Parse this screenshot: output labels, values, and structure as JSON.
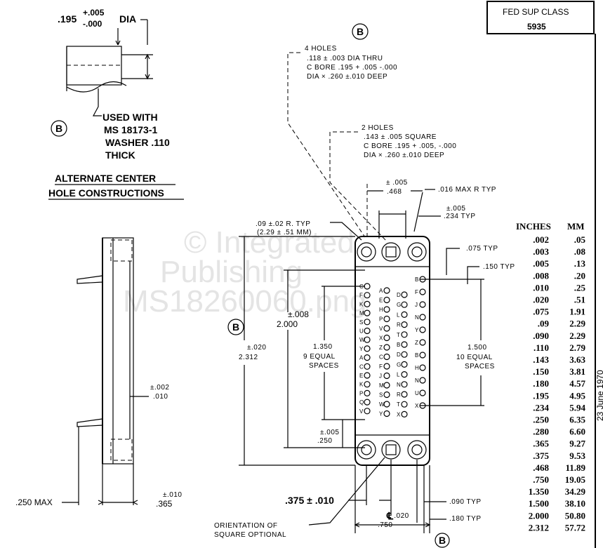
{
  "title_block": {
    "line1": "FED SUP CLASS",
    "line2": "5935"
  },
  "watermark": {
    "line1": "© Integrated",
    "line2": "Publishing",
    "line3": "MS18260060.png"
  },
  "alt_detail": {
    "dia": ".195",
    "tol_plus": "+.005",
    "tol_minus": "-.000",
    "dia_suffix": "DIA",
    "marker": "B",
    "note": [
      "USED WITH",
      "MS 18173-1",
      "WASHER .110",
      "THICK"
    ],
    "caption_line1": "ALTERNATE CENTER",
    "caption_line2": "HOLE CONSTRUCTIONS"
  },
  "notes": {
    "four_holes": [
      "4 HOLES",
      ".118 ± .003 DIA THRU",
      "C BORE .195 + .005 -.000",
      "DIA × .260 ±.010 DEEP"
    ],
    "two_holes": [
      "2 HOLES",
      ".143 ± .005 SQUARE",
      "C BORE .195 + .005, -.000",
      "DIA × .260 ±.010 DEEP"
    ],
    "marker_top": "B",
    "marker_left": "B",
    "marker_bottom": "B"
  },
  "dims": {
    "d468_tol": "± .005",
    "d468": ".468",
    "d016": ".016 MAX R TYP",
    "d234_tol": "±.005",
    "d234": ".234 TYP",
    "r09": ".09 ±.02 R. TYP",
    "r09_mm": "(2.29 ± .51 MM)",
    "d075": ".075 TYP",
    "d150": ".150 TYP",
    "d2000_tol": "±.008",
    "d2000": "2.000",
    "d2312_tol": "±.020",
    "d2312": "2.312",
    "d1350": "1.350",
    "d1350_a": "9 EQUAL",
    "d1350_b": "SPACES",
    "d1500": "1.500",
    "d1500_a": "10 EQUAL",
    "d1500_b": "SPACES",
    "d250_tol": "±.005",
    "d250": ".250",
    "d375": ".375 ± .010",
    "d090": ".090 TYP",
    "d180": ".180 TYP",
    "d750_tol": "± .020",
    "d750": ".750",
    "orient_1": "ORIENTATION OF",
    "orient_2": "SQUARE OPTIONAL",
    "side_tol": "±.002",
    "side_010": ".010",
    "side_250": ".250 MAX",
    "side_365_tol": "±.010",
    "side_365": ".365",
    "cl": "℄"
  },
  "conversion": {
    "headers": [
      "INCHES",
      "MM"
    ],
    "rows": [
      [
        ".002",
        ".05"
      ],
      [
        ".003",
        ".08"
      ],
      [
        ".005",
        ".13"
      ],
      [
        ".008",
        ".20"
      ],
      [
        ".010",
        ".25"
      ],
      [
        ".020",
        ".51"
      ],
      [
        ".075",
        "1.91"
      ],
      [
        ".09",
        "2.29"
      ],
      [
        ".090",
        "2.29"
      ],
      [
        ".110",
        "2.79"
      ],
      [
        ".143",
        "3.63"
      ],
      [
        ".150",
        "3.81"
      ],
      [
        ".180",
        "4.57"
      ],
      [
        ".195",
        "4.95"
      ],
      [
        ".234",
        "5.94"
      ],
      [
        ".250",
        "6.35"
      ],
      [
        ".280",
        "6.60"
      ],
      [
        ".365",
        "9.27"
      ],
      [
        ".375",
        "9.53"
      ],
      [
        ".468",
        "11.89"
      ],
      [
        ".750",
        "19.05"
      ],
      [
        "1.350",
        "34.29"
      ],
      [
        "1.500",
        "38.10"
      ],
      [
        "2.000",
        "50.80"
      ],
      [
        "2.312",
        "57.72"
      ]
    ]
  },
  "pin_letters": {
    "left": [
      "C",
      "F",
      "K",
      "M",
      "S",
      "U",
      "W",
      "Y",
      "A",
      "C",
      "E",
      "K",
      "P",
      "Q",
      "V"
    ],
    "mid": [
      "A",
      "E",
      "H",
      "P",
      "V",
      "X",
      "Z",
      "C",
      "F",
      "J",
      "M",
      "S",
      "W",
      "Y"
    ],
    "mid2": [
      "D",
      "G",
      "L",
      "R",
      "T",
      "B",
      "D",
      "G",
      "L",
      "N",
      "R",
      "T",
      "X"
    ],
    "right": [
      "B",
      "F",
      "J",
      "N",
      "Y",
      "Z",
      "B",
      "H",
      "N",
      "U",
      "X"
    ]
  },
  "margin_text": "23 June 1970"
}
